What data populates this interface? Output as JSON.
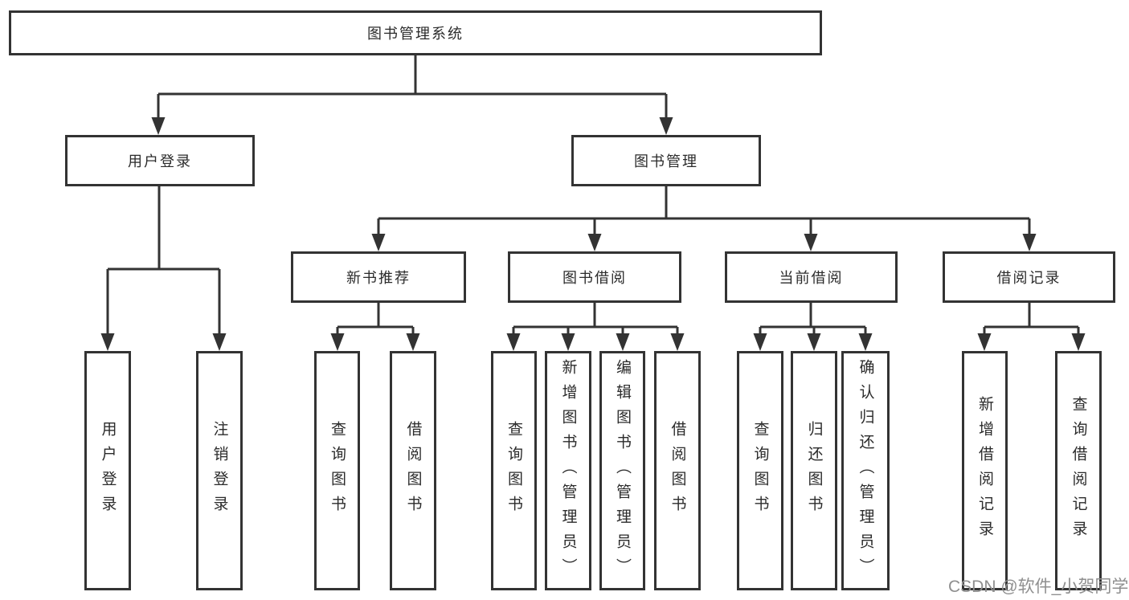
{
  "diagram_title": "图书管理系统",
  "colors": {
    "line": "#333333",
    "text": "#2b2b2b",
    "box_background": "#ffffff",
    "watermark": "#8f8f8f"
  },
  "nodes": {
    "root": {
      "label": "图书管理系统"
    },
    "branches": [
      {
        "label": "用户登录",
        "leaves": [
          {
            "label": "用户登录"
          },
          {
            "label": "注销登录"
          }
        ]
      },
      {
        "label": "图书管理",
        "groups": [
          {
            "label": "新书推荐",
            "leaves": [
              {
                "label": "查询图书"
              },
              {
                "label": "借阅图书"
              }
            ]
          },
          {
            "label": "图书借阅",
            "leaves": [
              {
                "label": "查询图书"
              },
              {
                "label": "新增图书（管理员）"
              },
              {
                "label": "编辑图书（管理员）"
              },
              {
                "label": "借阅图书"
              }
            ]
          },
          {
            "label": "当前借阅",
            "leaves": [
              {
                "label": "查询图书"
              },
              {
                "label": "归还图书"
              },
              {
                "label": "确认归还（管理员）"
              }
            ]
          },
          {
            "label": "借阅记录",
            "leaves": [
              {
                "label": "新增借阅记录"
              },
              {
                "label": "查询借阅记录"
              }
            ]
          }
        ]
      }
    ]
  },
  "watermark": {
    "text": "CSDN @软件_小贺同学"
  }
}
